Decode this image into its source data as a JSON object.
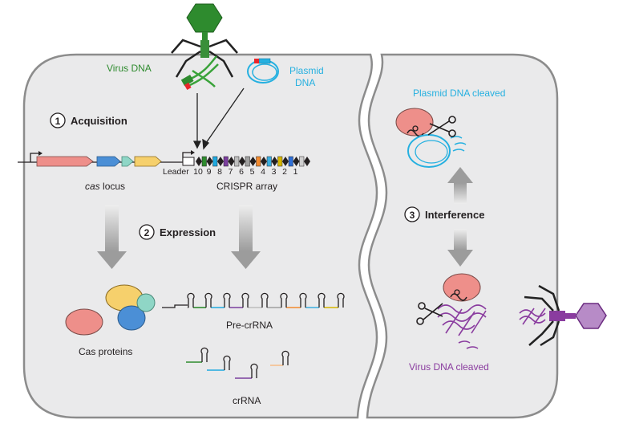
{
  "labels": {
    "virus_dna": "Virus DNA",
    "plasmid_dna_line1": "Plasmid",
    "plasmid_dna_line2": "DNA",
    "acquisition": "Acquisition",
    "acquisition_num": "1",
    "expression": "Expression",
    "expression_num": "2",
    "interference": "Interference",
    "interference_num": "3",
    "cas_locus_italic": "cas",
    "cas_locus_rest": " locus",
    "leader": "Leader",
    "crispr_array": "CRISPR array",
    "cas_proteins": "Cas proteins",
    "pre_crrna": "Pre-crRNA",
    "crrna": "crRNA",
    "plasmid_cleaved": "Plasmid DNA cleaved",
    "virus_cleaved": "Virus DNA cleaved"
  },
  "spacer_numbers": [
    "10",
    "9",
    "8",
    "7",
    "6",
    "5",
    "4",
    "3",
    "2",
    "1"
  ],
  "colors": {
    "cell_fill": "#eaeaeb",
    "cell_stroke": "#8c8c8c",
    "virus_green": "#2e8b2e",
    "plasmid_blue": "#25b0e0",
    "virus_purple": "#8a3c9f",
    "cas_pink": "#ee8f8a",
    "cas_blue": "#4b8fd6",
    "cas_yellow": "#f6d06c",
    "cas_teal": "#8fd6c6",
    "arrow_gray": "#a8a8a8",
    "spacers": [
      "#2e8b2e",
      "#1fa9e0",
      "#7b3f9e",
      "#bdbdbd",
      "#a0a0a0",
      "#f28a2e",
      "#3aaee0",
      "#d6b600",
      "#2e6fd6",
      "#cfcfcf"
    ]
  }
}
